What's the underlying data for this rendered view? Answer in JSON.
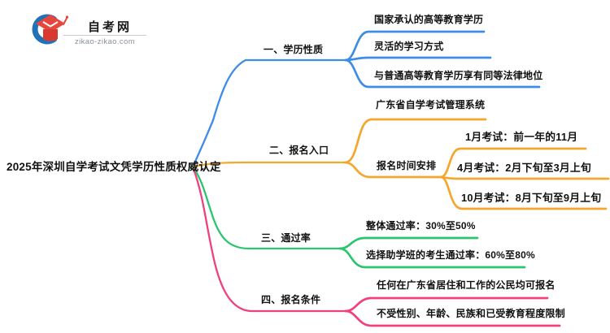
{
  "logo": {
    "title": "自考网",
    "domain": "zikao-zikao.com"
  },
  "colors": {
    "blue": "#3d8de8",
    "orange": "#f3a72e",
    "green": "#2cc56f",
    "pink": "#f0407f",
    "logo_blue": "#2273b5",
    "logo_red": "#e8453c",
    "logo_red_dark": "#d63a31",
    "text": "#111111",
    "muted": "#8a9099"
  },
  "mindmap": {
    "root": "2025年深圳自学考试文凭学历性质权威认定",
    "branches": [
      {
        "label": "一、学历性质",
        "color": "#3d8de8",
        "children": [
          "国家承认的高等教育学历",
          "灵活的学习方式",
          "与普通高等教育学历享有同等法律地位"
        ]
      },
      {
        "label": "二、报名入口",
        "color": "#f3a72e",
        "children": [
          {
            "label": "广东省自学考试管理系统"
          },
          {
            "label": "报名时间安排",
            "children": [
              "1月考试：前一年的11月",
              "4月考试：2月下旬至3月上旬",
              "10月考试：8月下旬至9月上旬"
            ]
          }
        ]
      },
      {
        "label": "三、通过率",
        "color": "#2cc56f",
        "children": [
          "整体通过率：30%至50%",
          "选择助学班的考生通过率：60%至80%"
        ]
      },
      {
        "label": "四、报名条件",
        "color": "#f0407f",
        "children": [
          "任何在广东省居住和工作的公民均可报名",
          "不受性别、年龄、民族和已受教育程度限制"
        ]
      }
    ]
  }
}
